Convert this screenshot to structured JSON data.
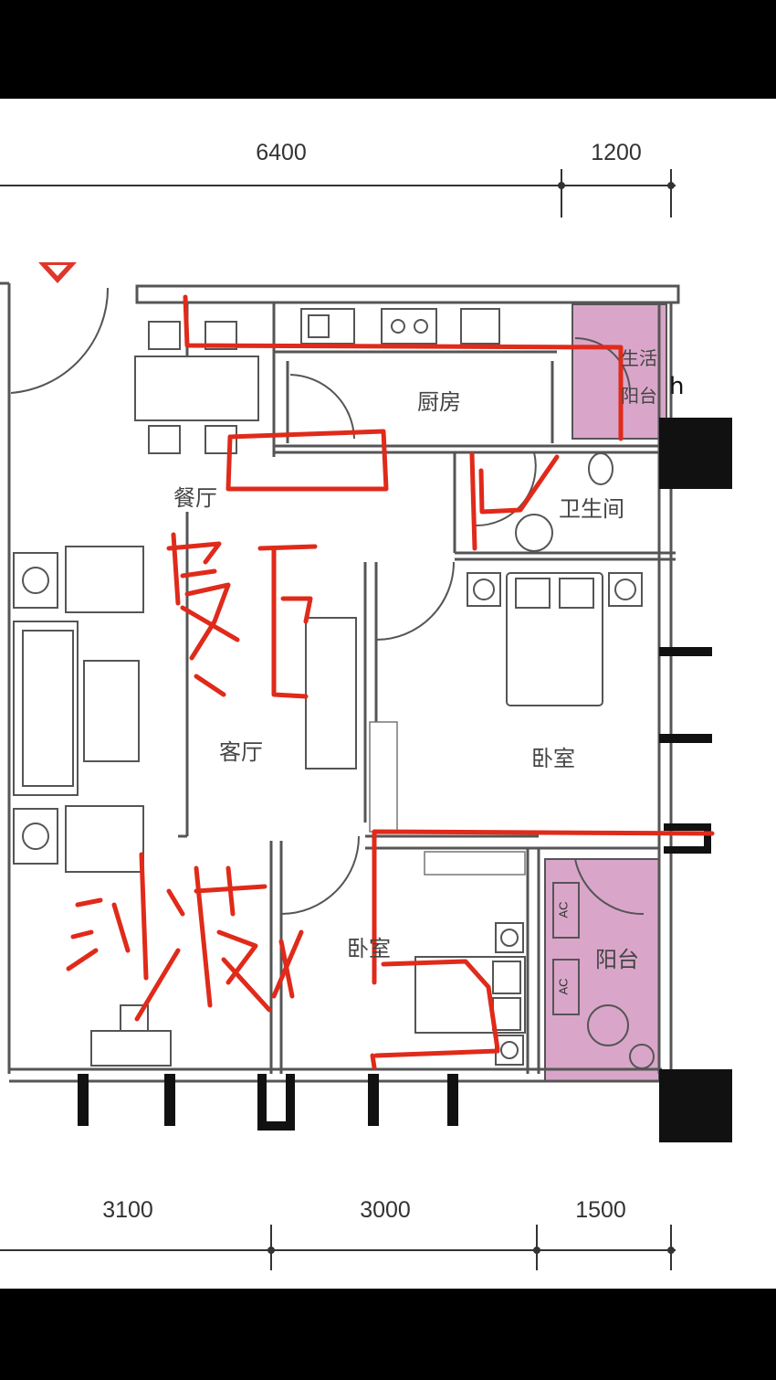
{
  "dimensions": {
    "top": [
      "6400",
      "1200"
    ],
    "bottom": [
      "3100",
      "3000",
      "1500"
    ]
  },
  "rooms": {
    "kitchen": "厨房",
    "dining": "餐厅",
    "living": "客厅",
    "bathroom": "卫生间",
    "master_bedroom": "卧室",
    "second_bedroom": "卧室",
    "service_balcony_line1": "生活",
    "service_balcony_line2": "阳台",
    "balcony": "阳台",
    "ac_label_1": "AC",
    "ac_label_2": "AC"
  },
  "annotation_marks": {
    "handwritten_dining": "餐厅",
    "handwritten_sofa": "沙发",
    "stray_mark": "h"
  },
  "colors": {
    "wall": "#555555",
    "balcony_fill": "#d9a6c9",
    "annotation_red": "#e02a1a",
    "entry_marker": "#e0352b"
  }
}
